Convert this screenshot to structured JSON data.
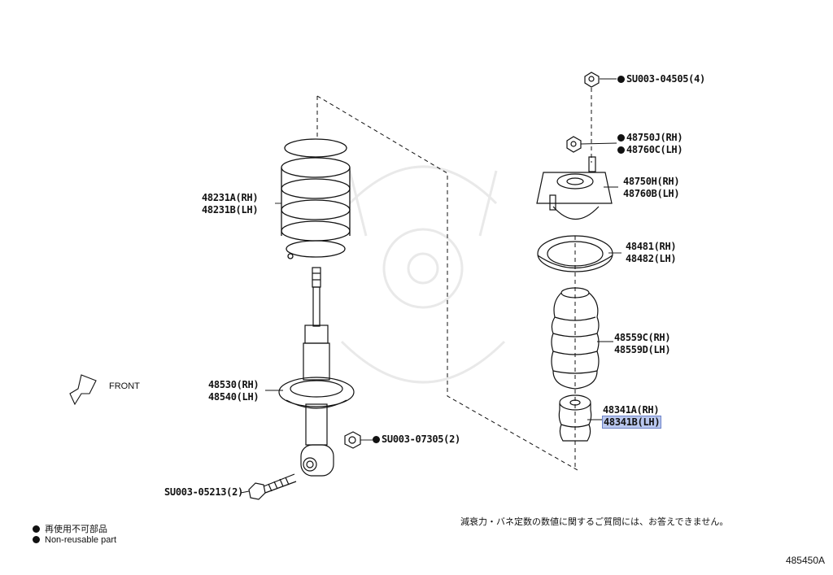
{
  "diagram_id": "485450A",
  "front_label": "FRONT",
  "legend": {
    "jp": "再使用不可部品",
    "en": "Non-reusable part"
  },
  "note_jp": "減衰力・バネ定数の数値に関するご質問には、お答えできません。",
  "parts": [
    {
      "id": "p-su003-04505",
      "lines": [
        "SU003-04505(4)"
      ],
      "non_reusable": true
    },
    {
      "id": "p-48750j",
      "lines": [
        "48750J(RH)",
        "48760C(LH)"
      ],
      "non_reusable": true
    },
    {
      "id": "p-48750h",
      "lines": [
        "48750H(RH)",
        "48760B(LH)"
      ],
      "non_reusable": false
    },
    {
      "id": "p-48481",
      "lines": [
        "48481(RH)",
        "48482(LH)"
      ],
      "non_reusable": false
    },
    {
      "id": "p-48559c",
      "lines": [
        "48559C(RH)",
        "48559D(LH)"
      ],
      "non_reusable": false
    },
    {
      "id": "p-48341a",
      "lines": [
        "48341A(RH)",
        "48341B(LH)"
      ],
      "non_reusable": false,
      "highlight_line": 1
    },
    {
      "id": "p-48231a",
      "lines": [
        "48231A(RH)",
        "48231B(LH)"
      ],
      "non_reusable": false
    },
    {
      "id": "p-48530",
      "lines": [
        "48530(RH)",
        "48540(LH)"
      ],
      "non_reusable": false
    },
    {
      "id": "p-su003-07305",
      "lines": [
        "SU003-07305(2)"
      ],
      "non_reusable": true
    },
    {
      "id": "p-su003-05213",
      "lines": [
        "SU003-05213(2)"
      ],
      "non_reusable": false
    }
  ]
}
